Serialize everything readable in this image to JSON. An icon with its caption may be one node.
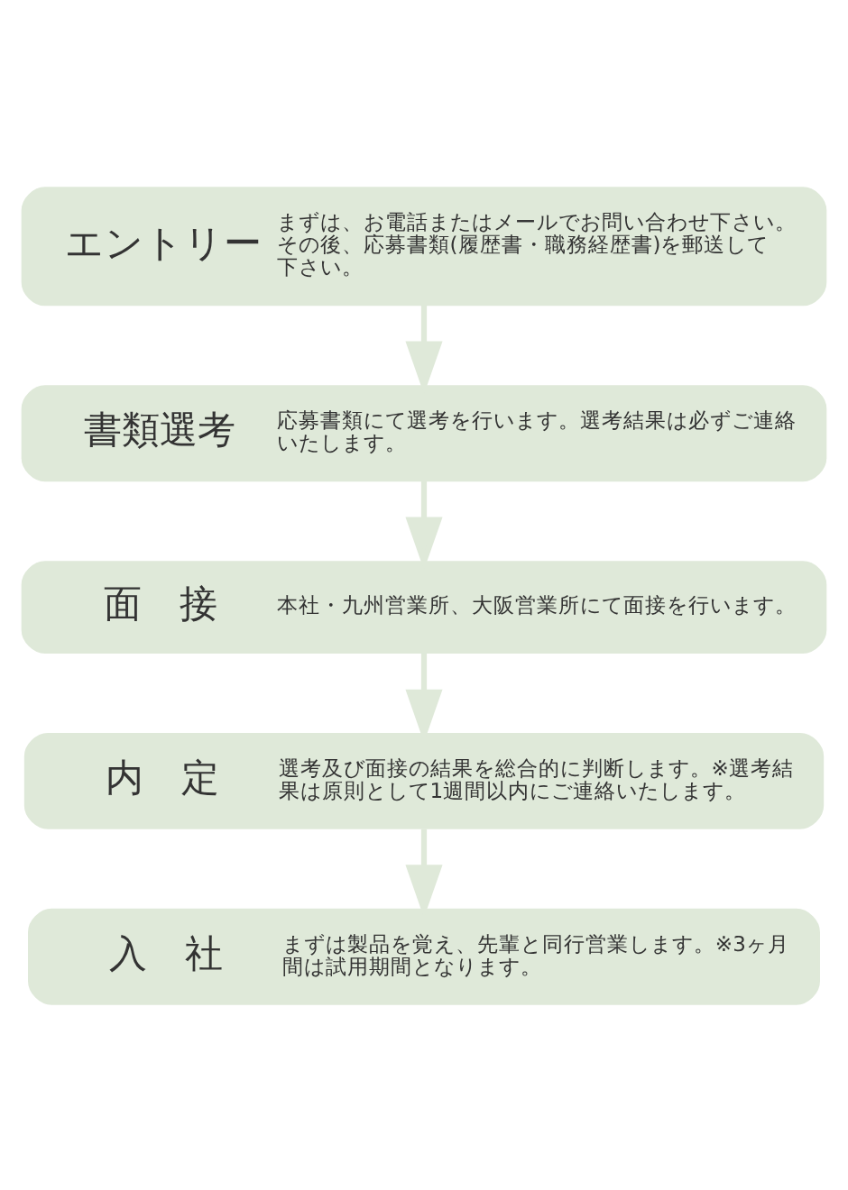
{
  "diagram": {
    "nodes": [
      {
        "text": [
          "エントリー",
          "まずは、お電話またはメールでお問い合わせ下さい。その後、応募書類(履歴書・職務経歴書)を郵送して下さい。"
        ]
      },
      {
        "text": [
          "書類選考",
          "応募書類にて選考を行います。選考結果は必ずご連絡いたします。"
        ]
      },
      {
        "text": [
          "面　接",
          "本社・九州営業所、大阪営業所にて面接を行います。"
        ]
      },
      {
        "text": [
          "内　定",
          "選考及び面接の結果を総合的に判断します。※選考結果は原則として1週間以内にご連絡いたします。"
        ]
      },
      {
        "text": [
          "入　社",
          "まずは製品を覚え、先輩と同行営業します。※3ヶ月間は試用期間となります。"
        ]
      }
    ],
    "edges": [
      {
        "from": 0,
        "to": 1,
        "arrow": "to"
      },
      {
        "from": 1,
        "to": 2,
        "arrow": "to"
      },
      {
        "from": 2,
        "to": 3,
        "arrow": "to"
      },
      {
        "from": 3,
        "to": 4,
        "arrow": "to"
      }
    ]
  }
}
